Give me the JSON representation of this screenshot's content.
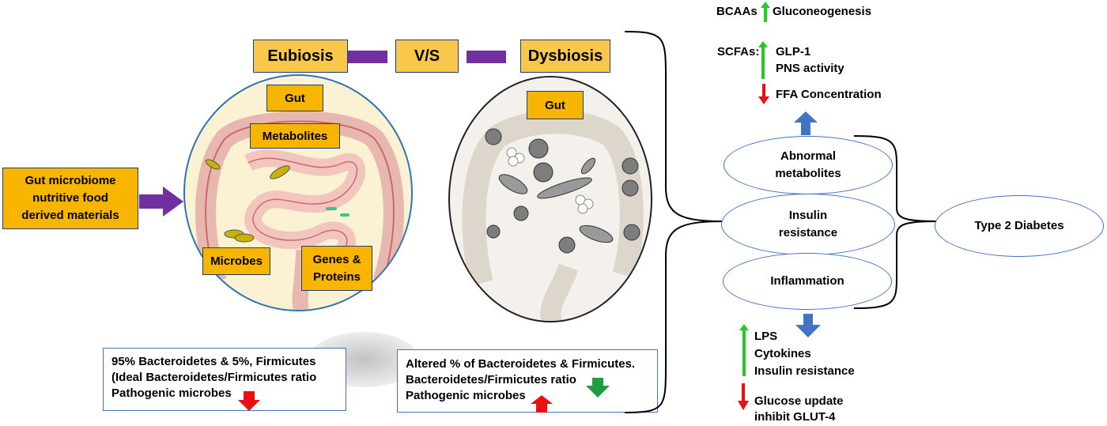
{
  "eubiosis_label": "Eubiosis",
  "vs_label": "V/S",
  "dysbiosis_label": "Dysbiosis",
  "left_input": [
    "Gut microbiome",
    "nutritive food",
    "derived materials"
  ],
  "eubiosis_circle": {
    "gut": "Gut",
    "metabolites": "Metabolites",
    "microbes": "Microbes",
    "genes_proteins": [
      "Genes &",
      "Proteins"
    ]
  },
  "dysbiosis_circle": {
    "gut": "Gut"
  },
  "eubiosis_info": [
    "95% Bacteroidetes & 5%, Firmicutes",
    "(Ideal Bacteroidetes/Firmicutes ratio",
    "Pathogenic microbes"
  ],
  "dysbiosis_info": [
    "Altered % of Bacteroidetes & Firmicutes.",
    "Bacteroidetes/Firmicutes ratio",
    "Pathogenic microbes"
  ],
  "top_effects": {
    "bcaas": "BCAAs",
    "gluconeogenesis": "Gluconeogenesis",
    "scfas": "SCFAs:",
    "glp1": "GLP-1",
    "pns": "PNS activity",
    "ffa": "FFA Concentration"
  },
  "center_ellipses": [
    "Abnormal metabolites",
    "Insulin resistance",
    "Inflammation"
  ],
  "outcome": "Type 2 Diabetes",
  "bottom_effects": {
    "lps": "LPS",
    "cytokines": "Cytokines",
    "insulin_resistance": "Insulin resistance",
    "glucose": "Glucose update",
    "glut4": "inhibit GLUT-4"
  },
  "colors": {
    "orange_box": "#f7b500",
    "box_border": "#1f3f7a",
    "purple_arrow": "#7030a0",
    "blue_arrow": "#4472c4",
    "green_arrow": "#22cc22",
    "red_arrow": "#e81010",
    "dark_green_arrow": "#1e9e3c"
  }
}
